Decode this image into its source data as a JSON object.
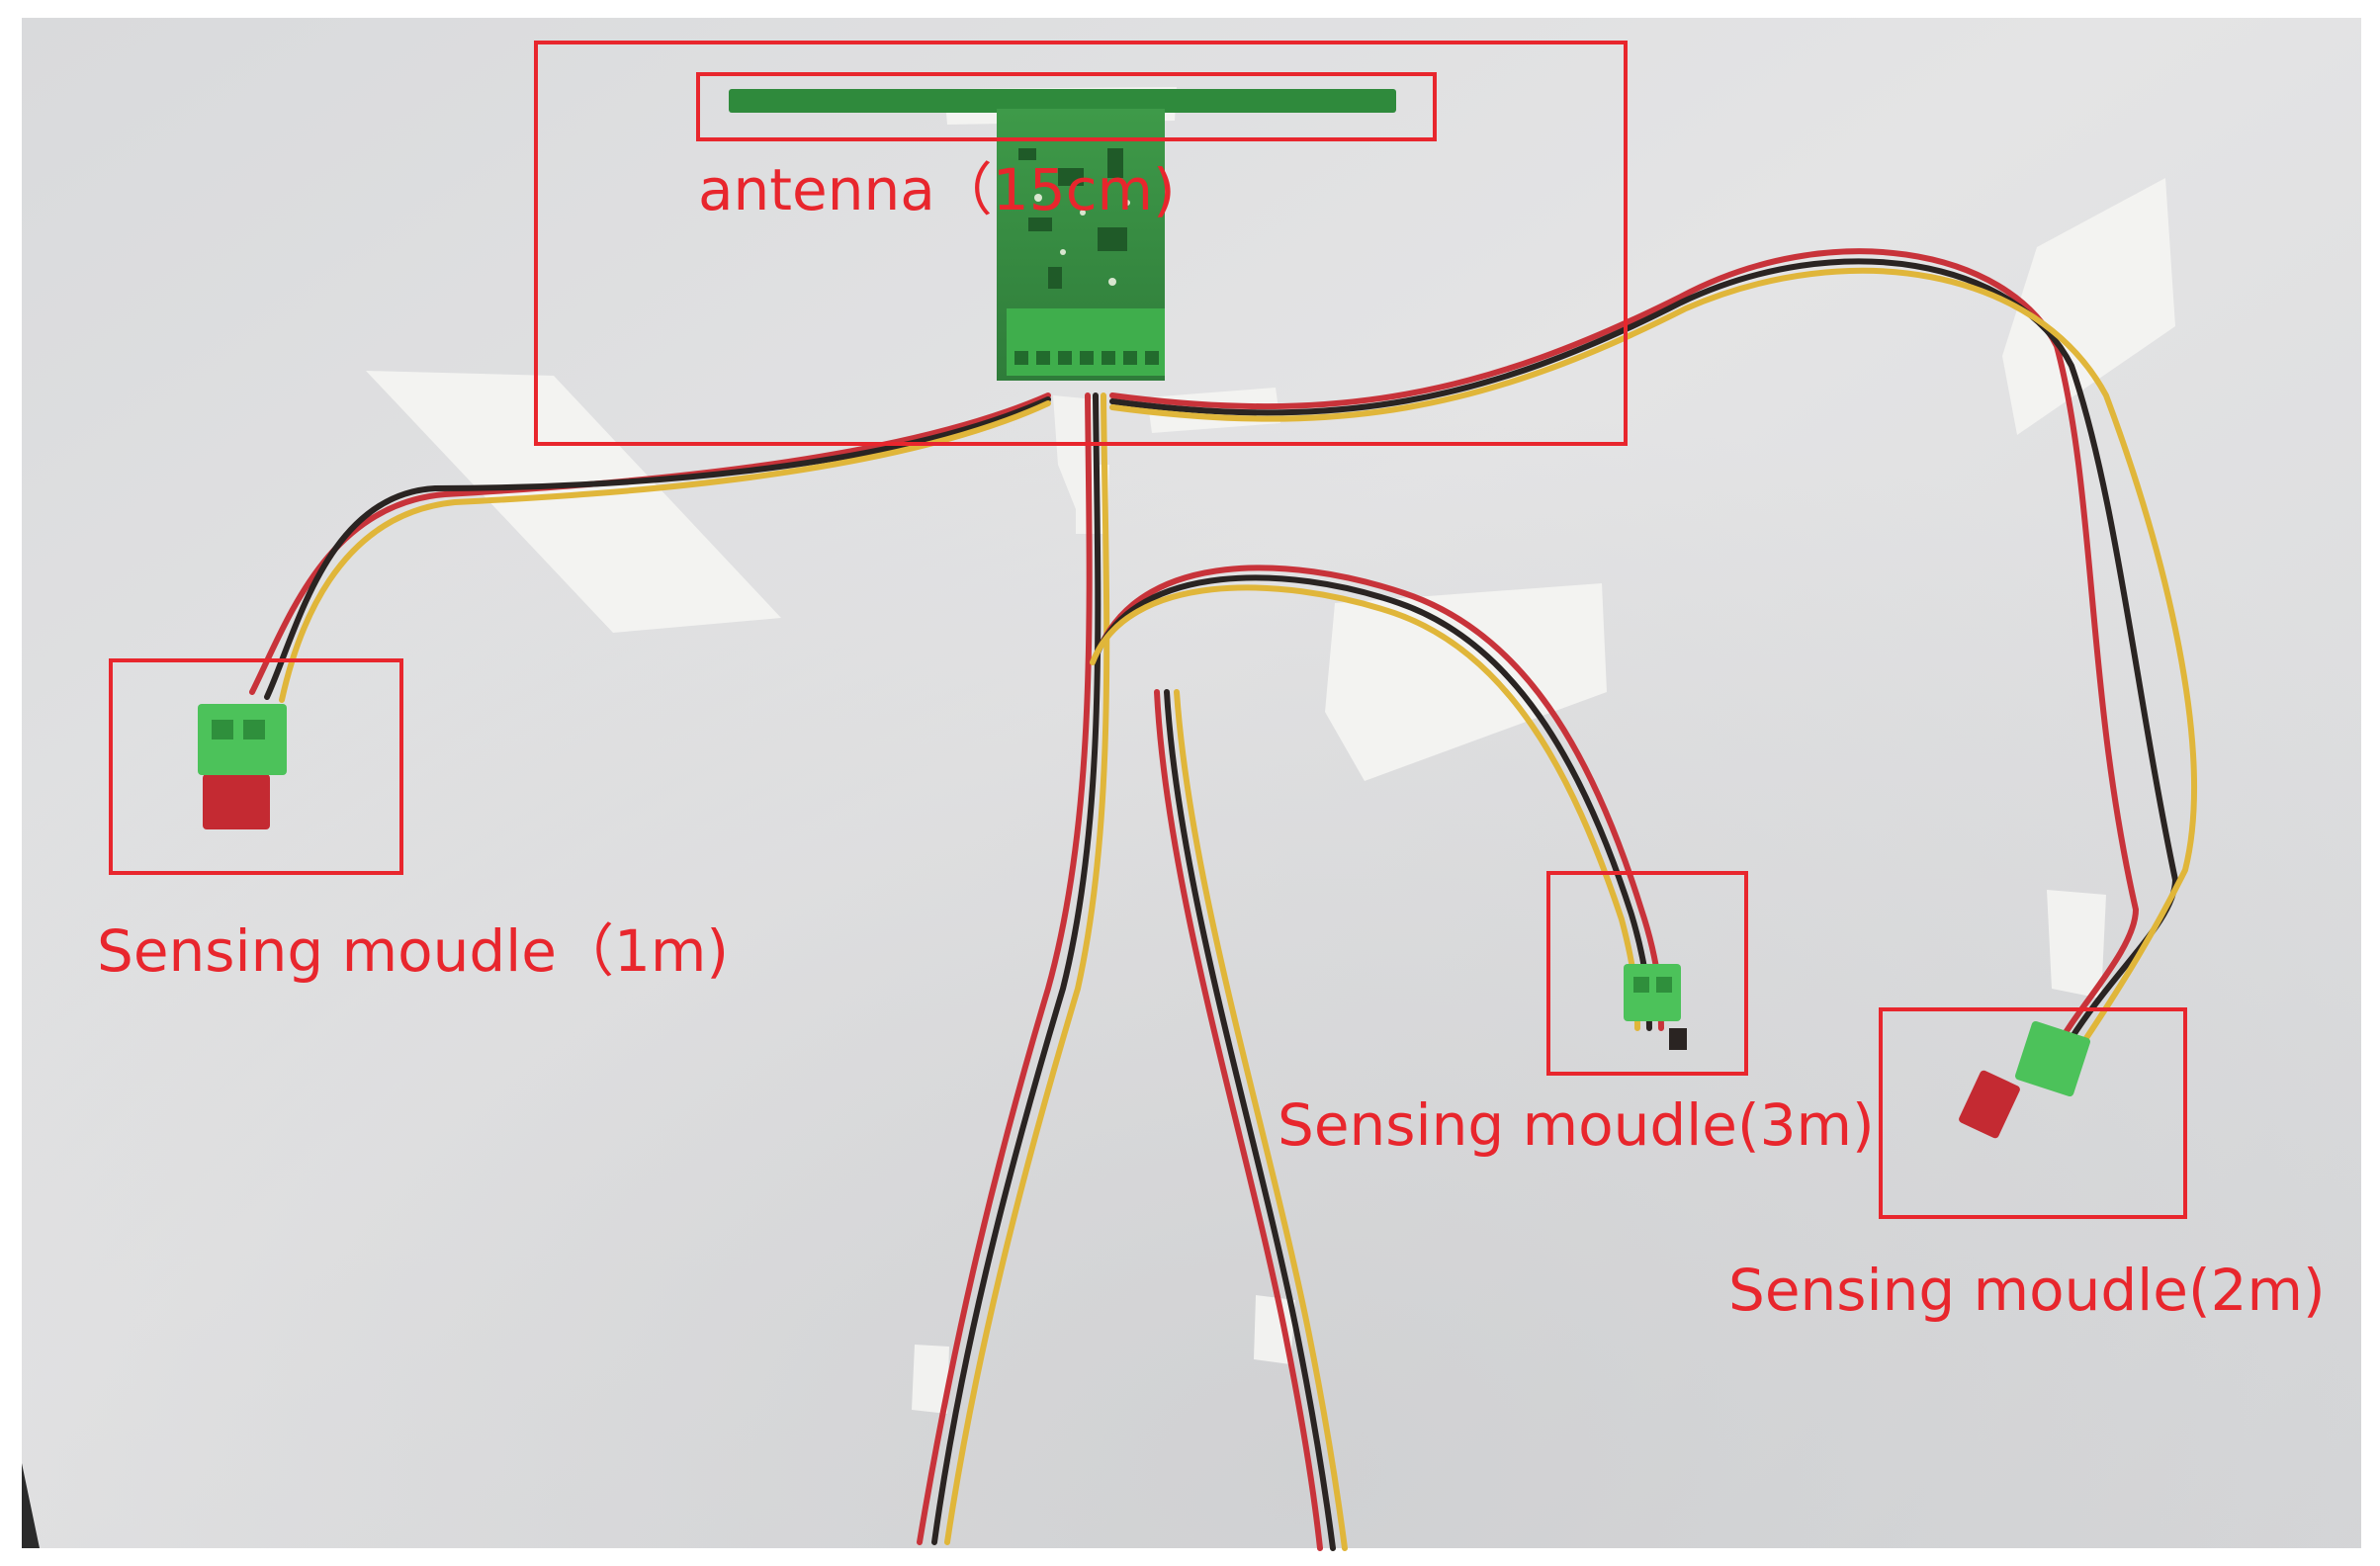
{
  "colors": {
    "annotation": "#e8262d",
    "wall": "#e2e2e2",
    "pcb": "#3d8f45",
    "connector_green": "#4cc25a",
    "connector_red": "#c42a32",
    "wire_red": "#c8333a",
    "wire_black": "#2a2422",
    "wire_yellow": "#e0b63a",
    "tape": "#f6f6f4"
  },
  "annotations": {
    "antenna": "antenna（15cm)",
    "module_1m": "Sensing moudle（1m)",
    "module_3m": "Sensing moudle(3m)",
    "module_2m": "Sensing moudle(2m)"
  }
}
